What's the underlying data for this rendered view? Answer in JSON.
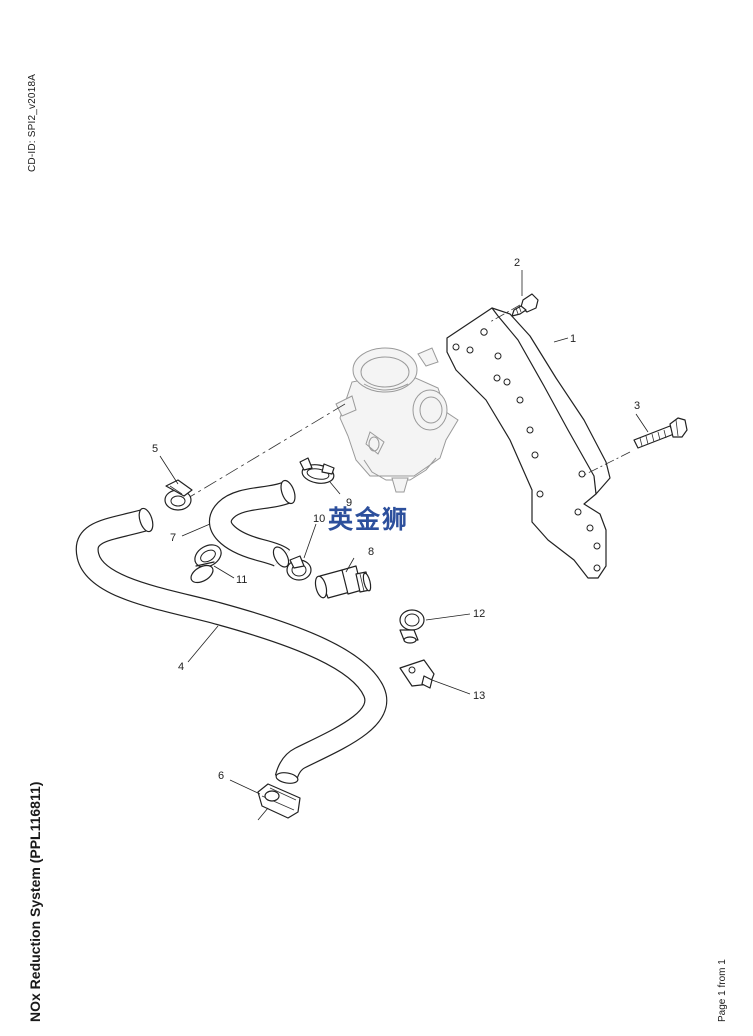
{
  "document": {
    "cd_id": "CD-ID: SPI2_v2018A",
    "title": "NOx Reduction System (PPL116811)",
    "page_label": "Page 1 from 1",
    "watermark": "英金狮"
  },
  "callouts": {
    "c1": "1",
    "c2": "2",
    "c3": "3",
    "c4": "4",
    "c5": "5",
    "c6": "6",
    "c7": "7",
    "c8": "8",
    "c9": "9",
    "c10": "10",
    "c11": "11",
    "c12": "12",
    "c13": "13"
  }
}
